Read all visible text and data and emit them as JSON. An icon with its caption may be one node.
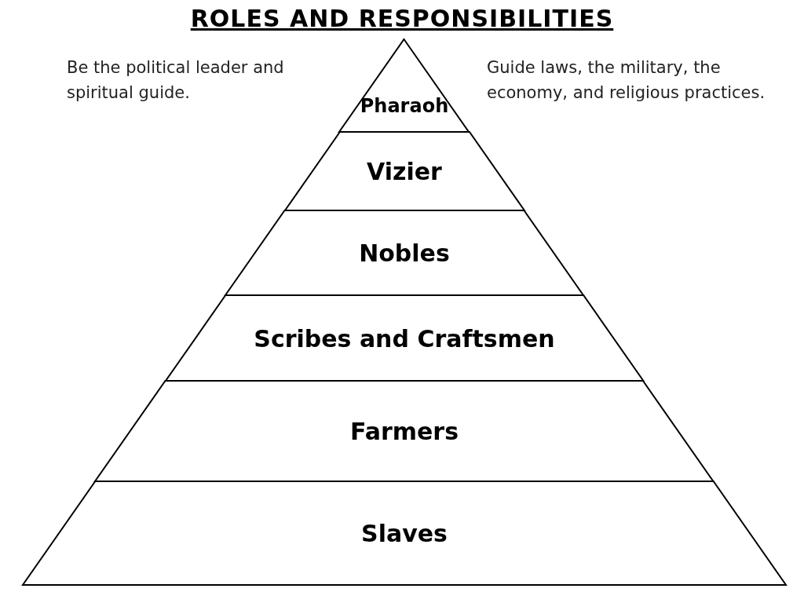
{
  "diagram": {
    "title": "ROLES AND RESPONSIBILITIES",
    "nodes": [
      {
        "text": [
          "Pharaoh"
        ]
      },
      {
        "text": [
          "Vizier"
        ]
      },
      {
        "text": [
          "Nobles"
        ]
      },
      {
        "text": [
          "Scribes and Craftsmen"
        ]
      },
      {
        "text": [
          "Farmers"
        ]
      },
      {
        "text": [
          "Slaves"
        ]
      }
    ],
    "edges": [],
    "labels": [
      "Be the political leader and spiritual guide.",
      "Guide laws, the military, the economy, and religious practices."
    ]
  }
}
